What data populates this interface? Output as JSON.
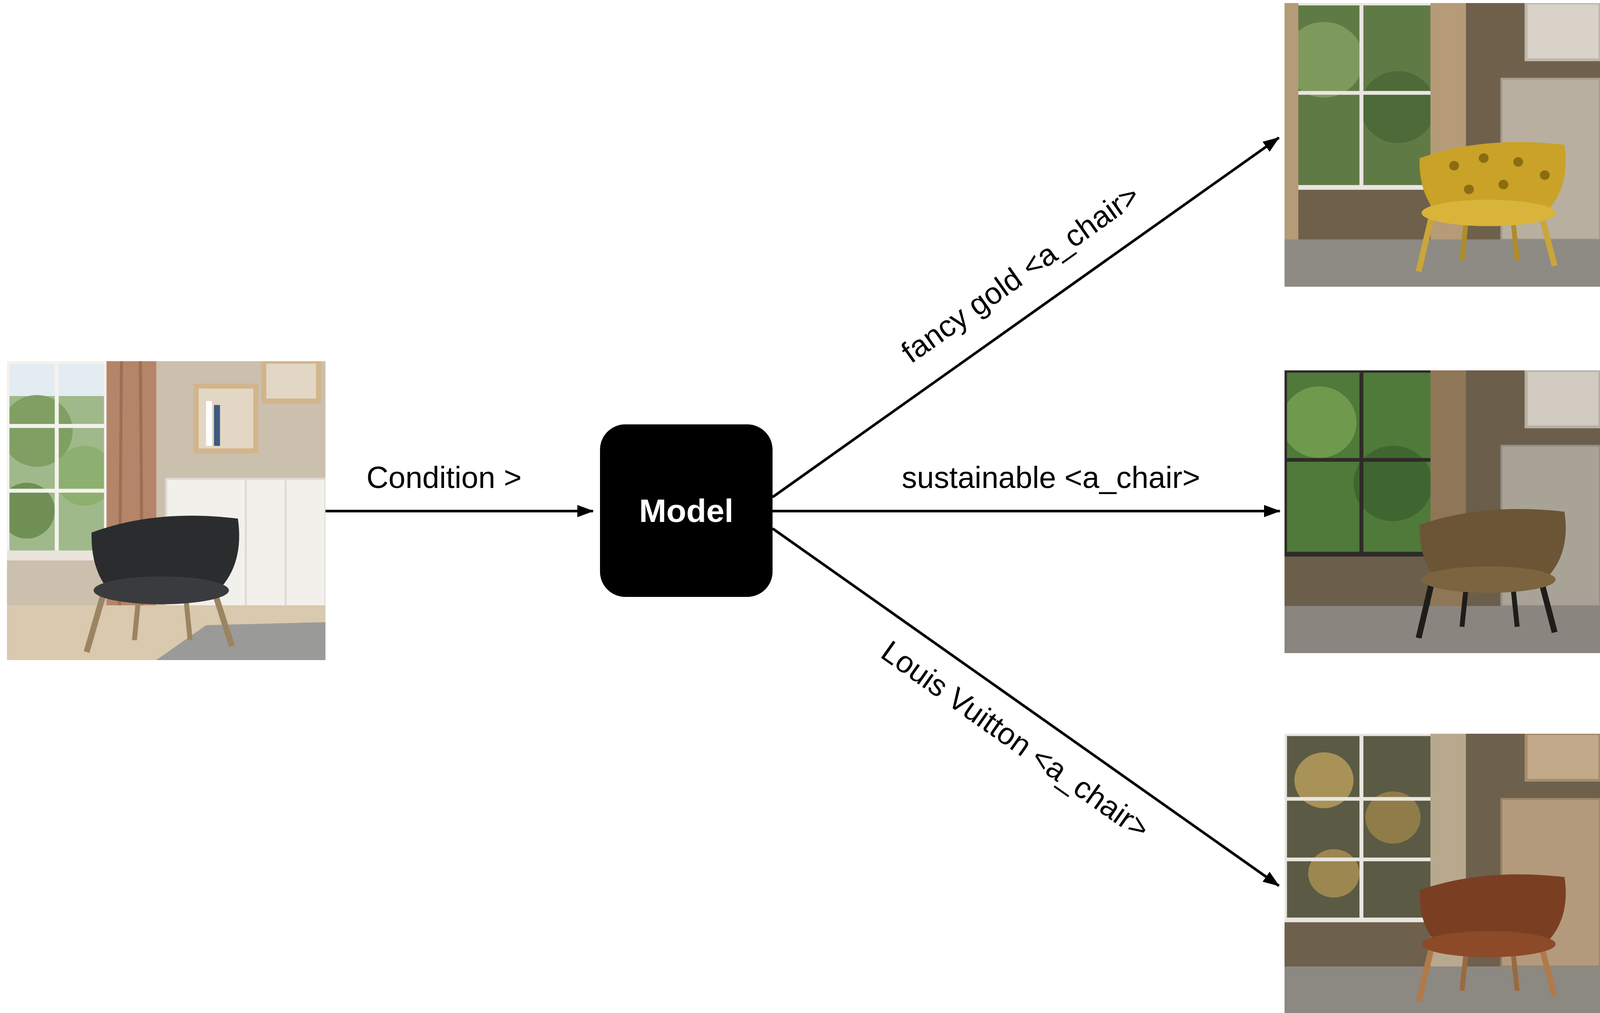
{
  "diagram": {
    "nodes": [
      {
        "text": [
          "Model"
        ]
      }
    ],
    "labels": [
      "Condition >",
      "fancy gold <a_chair>",
      "sustainable <a_chair>",
      "Louis Vuitton <a_chair>"
    ]
  }
}
